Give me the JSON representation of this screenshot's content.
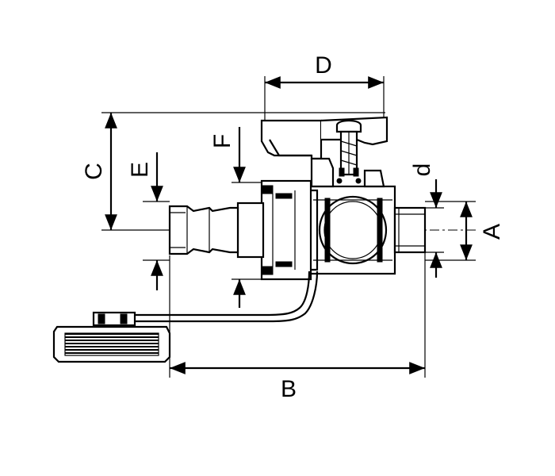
{
  "dimensions": {
    "A": "A",
    "B": "B",
    "C": "C",
    "D": "D",
    "E": "E",
    "F": "F",
    "d": "d"
  },
  "colors": {
    "line": "#000000",
    "background": "#ffffff"
  }
}
